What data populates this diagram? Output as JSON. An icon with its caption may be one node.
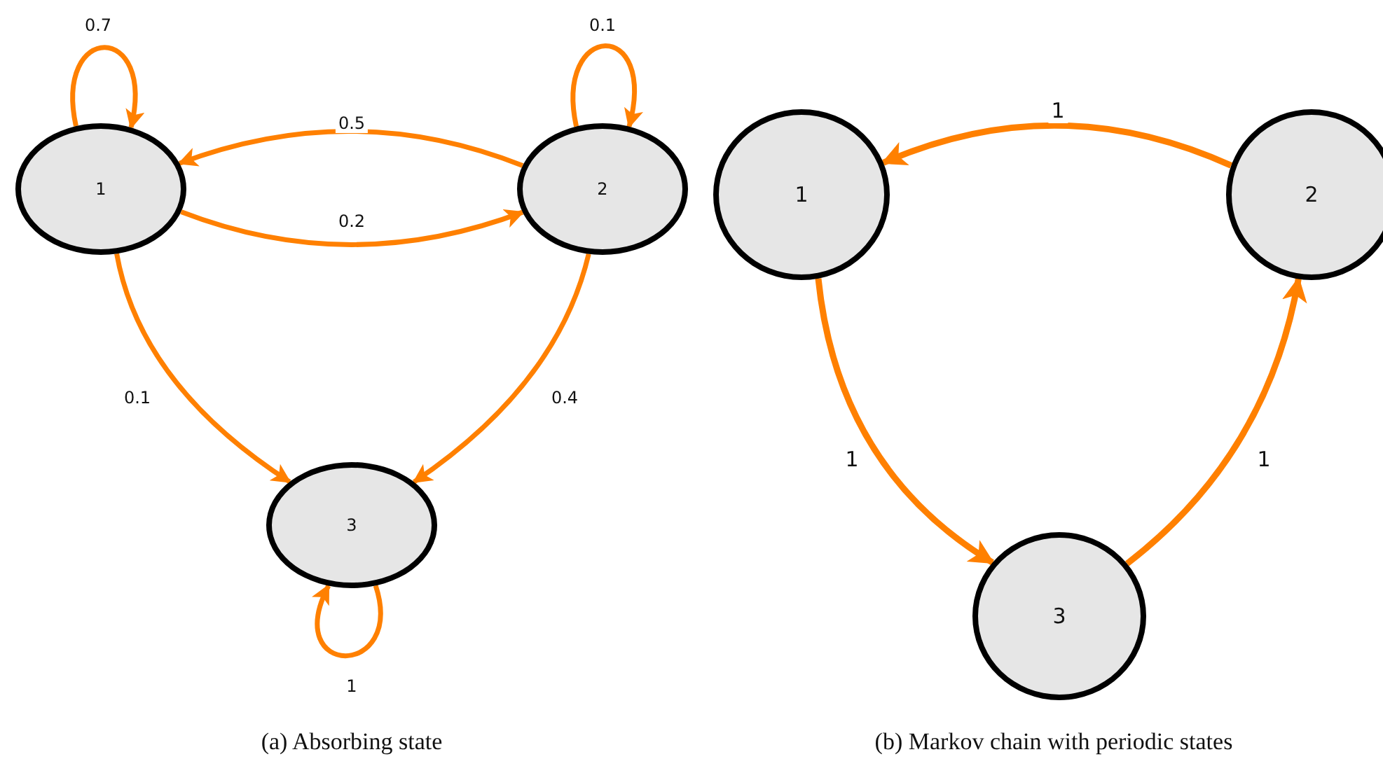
{
  "diagram": {
    "nodes": [
      {
        "text": [
          "1"
        ]
      },
      {
        "text": [
          "2"
        ]
      },
      {
        "text": [
          "3"
        ]
      },
      {
        "text": [
          "1"
        ]
      },
      {
        "text": [
          "2"
        ]
      },
      {
        "text": [
          "3"
        ]
      }
    ],
    "edges": [
      {
        "from": 0,
        "to": 0,
        "arrow": "to",
        "label": "0.7"
      },
      {
        "from": 1,
        "to": 1,
        "arrow": "to",
        "label": "0.1"
      },
      {
        "from": 1,
        "to": 0,
        "arrow": "to",
        "label": "0.5"
      },
      {
        "from": 0,
        "to": 1,
        "arrow": "to",
        "label": "0.2"
      },
      {
        "from": 0,
        "to": 2,
        "arrow": "to",
        "label": "0.1"
      },
      {
        "from": 1,
        "to": 2,
        "arrow": "to",
        "label": "0.4"
      },
      {
        "from": 2,
        "to": 2,
        "arrow": "to",
        "label": "1"
      },
      {
        "from": 4,
        "to": 3,
        "arrow": "to",
        "label": "1"
      },
      {
        "from": 3,
        "to": 5,
        "arrow": "to",
        "label": "1"
      },
      {
        "from": 5,
        "to": 4,
        "arrow": "to",
        "label": "1"
      }
    ],
    "labels": [
      "(a) Absorbing state",
      "(b) Markov chain with periodic states"
    ]
  }
}
